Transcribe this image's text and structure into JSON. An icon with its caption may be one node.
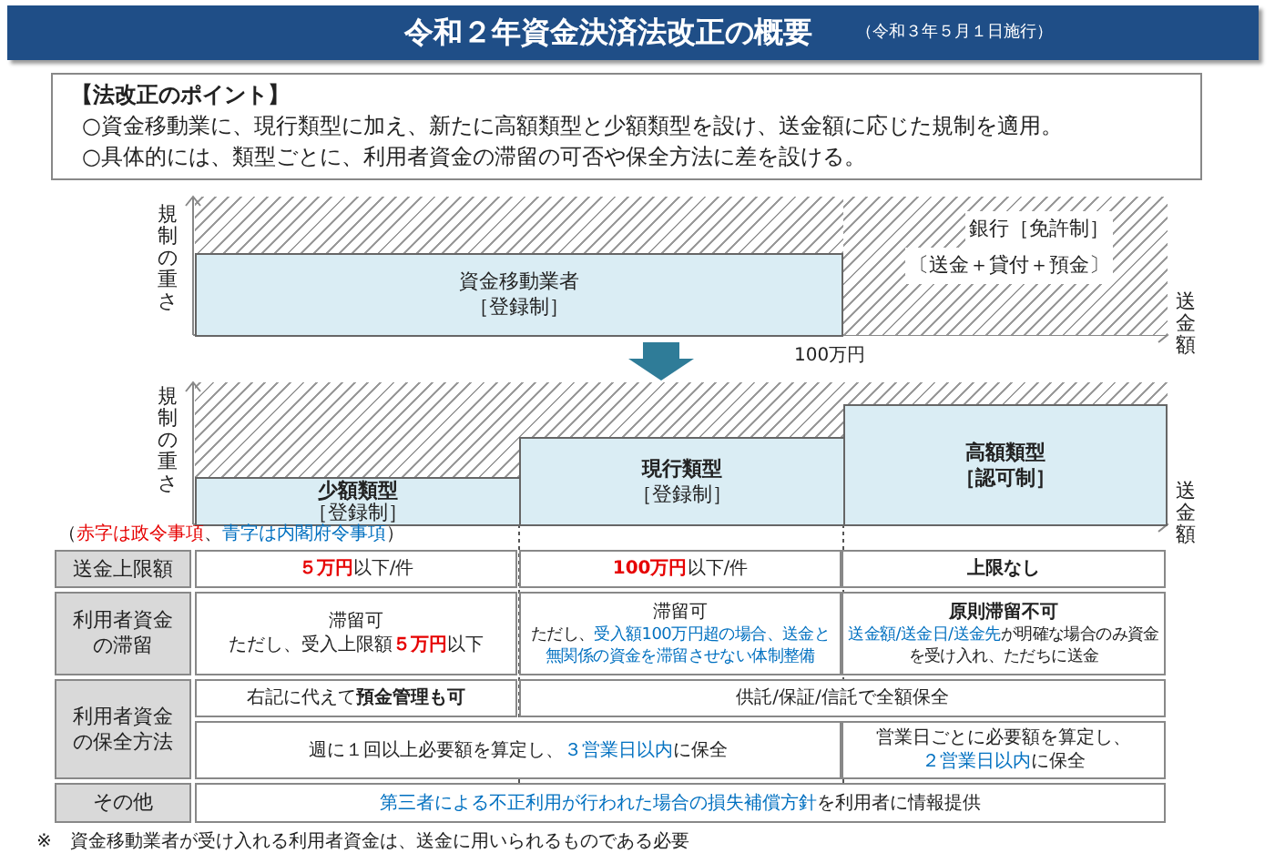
{
  "diagram": {
    "title": "令和２年資金決済法改正の概要",
    "nodes": [
      {
        "text": [
          "【法改正のポイント】",
          "○資金移動業に、現行類型に加え、新たに高額類型と少額類型を設け、送金額に応じた規制を適用。",
          "○具体的には、類型ごとに、利用者資金の滞留の可否や保全方法に差を設ける。"
        ]
      },
      {
        "text": [
          "資金移動業者",
          "［登録制］"
        ]
      },
      {
        "text": [
          "銀行［免許制］",
          "〔送金＋貸付＋預金〕"
        ]
      },
      {
        "text": [
          "少額類型",
          "［登録制］"
        ]
      },
      {
        "text": [
          "現行類型",
          "［登録制］"
        ]
      },
      {
        "text": [
          "高額類型",
          "［認可制］"
        ]
      }
    ],
    "labels": [
      "（令和３年５月１日施行）",
      "規制の重さ",
      "100万円",
      "送金額",
      "規制の重さ",
      "送金額",
      "（**赤字は政令事項**、**青字は内閣府令事項**）",
      "送金上限額",
      "**５万円**以下/件",
      "**100万円**以下/件",
      "上限なし",
      "利用者資金の滞留",
      "滞留可",
      "ただし、受入上限額**５万円**以下",
      "滞留可",
      "ただし、**受入額100万円超の場合、送金と無関係の資金を滞留させない体制整備**",
      "原則滞留不可",
      "**送金額/送金日/送金先**が明確な場合のみ資金を受け入れ、ただちに送金",
      "利用者資金の保全方法",
      "右記に代えて**預金管理も可**",
      "供託/保証/信託で全額保全",
      "週に１回以上必要額を算定し、**３営業日以内**に保全",
      "営業日ごとに必要額を算定し、**２営業日以内**に保全",
      "その他",
      "**第三者による不正利用が行われた場合の損失補償方針**を利用者に情報提供",
      "※　資金移動業者が受け入れる利用者資金は、送金に用いられるものである必要"
    ]
  }
}
